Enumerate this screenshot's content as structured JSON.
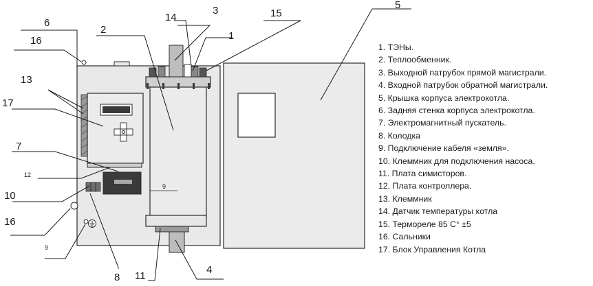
{
  "callouts": {
    "c1": "1",
    "c2": "2",
    "c3": "3",
    "c4": "4",
    "c5": "5",
    "c6": "6",
    "c7": "7",
    "c8": "8",
    "c9": "9",
    "c10": "10",
    "c11": "11",
    "c12": "12",
    "c13": "13",
    "c14": "14",
    "c15": "15",
    "c16a": "16",
    "c16b": "16",
    "c17": "17"
  },
  "inner_labels": {
    "exchanger_9": "9"
  },
  "legend": [
    "1. ТЭНы.",
    "2. Теплообменник.",
    "3. Выходной патрубок прямой магистрали.",
    "4. Входной патрубок обратной магистрали.",
    "5. Крышка корпуса электрокотла.",
    "6. Задняя стенка корпуса электрокотла.",
    "7. Электромагнитный пускатель.",
    "8. Колодка",
    "9. Подключение кабеля «земля».",
    "10. Клеммник  для подключения насоса.",
    "11. Плата симисторов.",
    "12. Плата контроллера.",
    "13. Клеммник",
    "14. Датчик температуры котла",
    "15. Термореле 85 С° ±5",
    "16. Сальники",
    "17. Блок Управления Котла"
  ]
}
